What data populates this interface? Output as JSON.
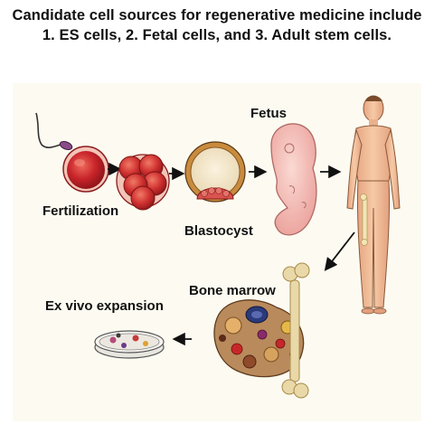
{
  "title": {
    "line1": "Candidate cell sources for regenerative medicine include",
    "line2": "1.  ES cells,  2.  Fetal cells, and 3. Adult stem cells."
  },
  "labels": {
    "fertilization": "Fertilization",
    "blastocyst": "Blastocyst",
    "fetus": "Fetus",
    "bone_marrow": "Bone marrow",
    "ex_vivo": "Ex vivo expansion"
  },
  "colors": {
    "cell_red": "#c8242a",
    "embryo_pink": "#f2b9b4",
    "skin": "#f0c09a",
    "bone": "#e9d8a8",
    "panel_bg": "#fdfbf1"
  }
}
